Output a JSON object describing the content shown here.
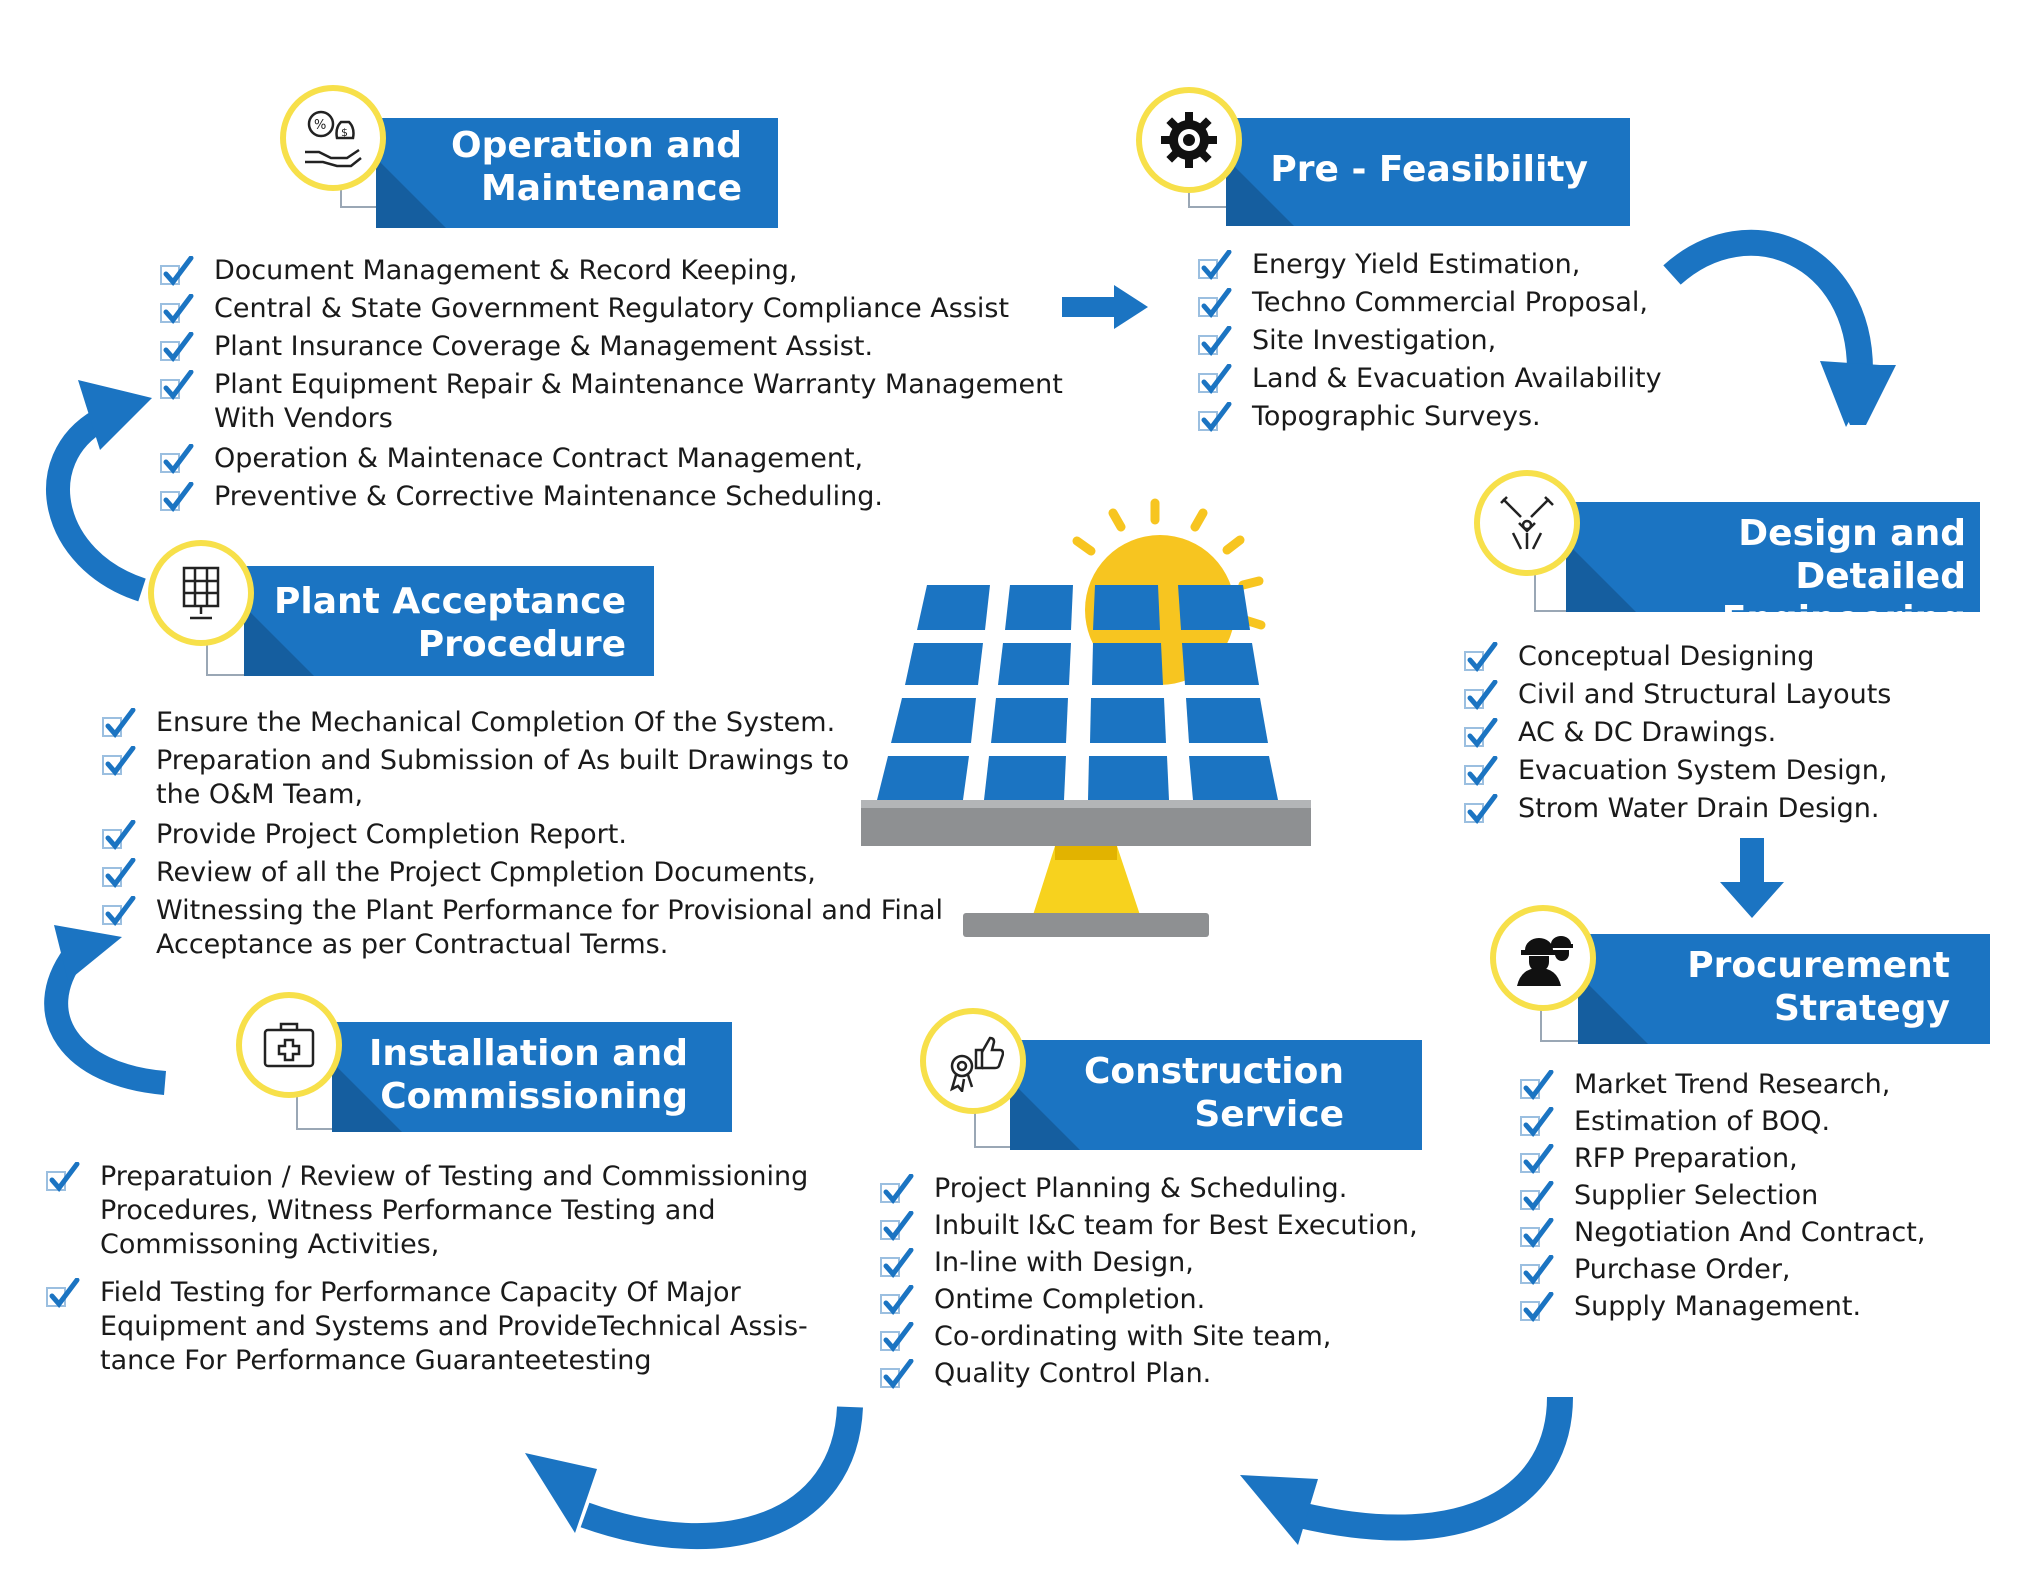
{
  "colors": {
    "banner": "#1b74c2",
    "ring": "#f7e04a",
    "check": "#1b74c2",
    "panel_cell": "#1b74c2",
    "sun": "#f7c520"
  },
  "sections": {
    "om": {
      "title": "Operation and\nMaintenance",
      "icon": "money-hand-icon",
      "items": [
        "Document Management & Record Keeping,",
        "Central & State Government Regulatory Compliance Assist",
        "Plant Insurance Coverage & Management Assist.",
        "Plant Equipment Repair & Maintenance Warranty Management With Vendors",
        "Operation & Maintenace Contract Management,",
        "Preventive & Corrective Maintenance Scheduling."
      ]
    },
    "pre": {
      "title": "Pre - Feasibility",
      "icon": "gear-icon",
      "items": [
        "Energy Yield Estimation,",
        "Techno Commercial Proposal,",
        "Site Investigation,",
        "Land & Evacuation Availability",
        "Topographic Surveys."
      ]
    },
    "design": {
      "title": "Design and Detailed\nEngineering",
      "icon": "tools-icon",
      "items": [
        "Conceptual Designing",
        "Civil and Structural Layouts",
        "AC & DC Drawings.",
        "Evacuation System Design,",
        "Strom Water Drain Design."
      ]
    },
    "proc": {
      "title": "Procurement\nStrategy",
      "icon": "workers-icon",
      "items": [
        "Market Trend Research,",
        "Estimation of BOQ.",
        "RFP Preparation,",
        "Supplier Selection",
        "Negotiation And Contract,",
        "Purchase Order,",
        "Supply Management."
      ]
    },
    "cons": {
      "title": "Construction\nService",
      "icon": "award-thumbsup-icon",
      "items": [
        "Project Planning & Scheduling.",
        "Inbuilt I&C team for Best Execution,",
        "In-line with Design,",
        "Ontime Completion.",
        "Co-ordinating with Site team,",
        "Quality Control Plan."
      ]
    },
    "inst": {
      "title": "Installation and\nCommissioning",
      "icon": "medical-kit-icon",
      "items": [
        "Preparatuion / Review of Testing and Commissioning Procedures, Witness Performance Testing and Commissoning Activities,",
        "Field Testing for Performance Capacity Of Major Equipment and Systems and ProvideTechnical Assis-tance For Performance Guaranteetesting"
      ]
    },
    "pac": {
      "title": "Plant Acceptance\nProcedure",
      "icon": "solar-panel-icon",
      "items": [
        "Ensure the Mechanical Completion Of the System.",
        "Preparation and Submission of As built Drawings to the O&M Team,",
        "Provide Project Completion Report.",
        "Review of all the Project Cpmpletion Documents,",
        "Witnessing the Plant Performance for Provisional and Final Acceptance as per Contractual Terms."
      ]
    }
  }
}
